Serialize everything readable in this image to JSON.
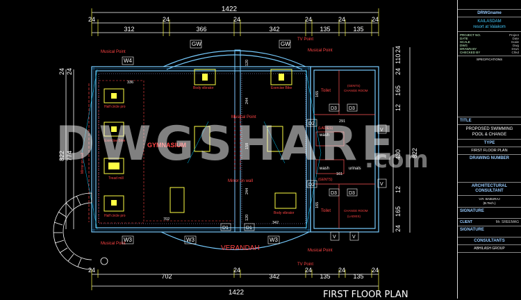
{
  "dims": {
    "overall_top": "1422",
    "overall_bottom": "1422",
    "top_row": [
      "24",
      "312",
      "24",
      "366",
      "24",
      "342",
      "24",
      "135",
      "24",
      "135",
      "24"
    ],
    "bottom_row": [
      "24",
      "702",
      "24",
      "342",
      "24",
      "135",
      "24",
      "135",
      "24"
    ],
    "right_col": [
      "24",
      "110",
      "24",
      "165",
      "12",
      "430",
      "12",
      "165",
      "24"
    ],
    "right_total": "822",
    "left_total": "822",
    "left_inner": "774",
    "left_small": [
      "24",
      "24"
    ],
    "interior": [
      "336",
      "702",
      "342",
      "291",
      "161",
      "120",
      "244",
      "158",
      "244",
      "120",
      "165",
      "165"
    ]
  },
  "labels": {
    "musical_points": [
      "Musical Point",
      "Musical Point",
      "Musical Point",
      "Musical Point",
      "Musical Point",
      "Musical Point"
    ],
    "tv_point": [
      "TV Point",
      "TV Point"
    ],
    "windows": [
      "W4",
      "W3",
      "W3",
      "W3",
      "GW",
      "GW"
    ],
    "doors": [
      "D1",
      "D1",
      "D2",
      "D2",
      "D3",
      "D3",
      "D3",
      "D3"
    ],
    "gym": "GYMNASIUM",
    "verandah": "VERANDAH",
    "equipment": [
      "Half circle pro",
      "Exercise Bike",
      "Tread mill",
      "Half circle pro",
      "Body vibrator",
      "Exercise Bike",
      "Body vibrator",
      "Body vibrator"
    ],
    "mirror": [
      "Mirror on wall",
      "Mirror on wall",
      "Mirror on wall"
    ],
    "toilet": [
      "Toilet",
      "Toilet"
    ],
    "change_room": [
      "CHANGE ROOM",
      "CHANGE ROOM"
    ],
    "change_room_sub": [
      "(GENTS)",
      "(LADIES)"
    ],
    "ladies": "(LADIES)",
    "gents": "(GENTS)",
    "wash": [
      "wash",
      "wash"
    ],
    "urinals": "urinals",
    "v_marks": [
      "V",
      "V",
      "V",
      "V"
    ]
  },
  "watermark": {
    "main": "DWGSHARE",
    "suffix": ".com"
  },
  "plan_title": "FIRST FLOOR PLAN",
  "title_block": {
    "dwg_name_label": "DRWGname",
    "project_line1": "KAILASDAM",
    "project_line2": "resort at Valakom",
    "fields": [
      {
        "k": "PROJECT NO.",
        "v": "Project"
      },
      {
        "k": "DATE",
        "v": "Date"
      },
      {
        "k": "SCALE",
        "v": "Scale"
      },
      {
        "k": "DWG",
        "v": "Dwg"
      },
      {
        "k": "DRAWN BY",
        "v": "Drwn"
      },
      {
        "k": "CHECKED BY",
        "v": "Chkd"
      }
    ],
    "specifications": "SPECIFICATIONS",
    "title_label": "TITLE",
    "title_line1": "PROPOSED SWIMMING",
    "title_line2": "POOL & CHANGE",
    "type_label": "TYPE",
    "type_value": "FIRST FLOOR PLAN",
    "drawing_number": "DRAWING NUMBER",
    "architect_label1": "ARCHITECTURAL",
    "architect_label2": "CONSULTANT",
    "architect_name": "V.R. BABURAJ",
    "architect_deg": "(B.Tech.)",
    "signature1": "SIGNATURE",
    "client_label": "CLIENT",
    "client_name": "Mr. SREEMAG",
    "signature2": "SIGNATURE",
    "consultants": "CONSULTANTS",
    "group": "ABHILASH GROUP"
  }
}
